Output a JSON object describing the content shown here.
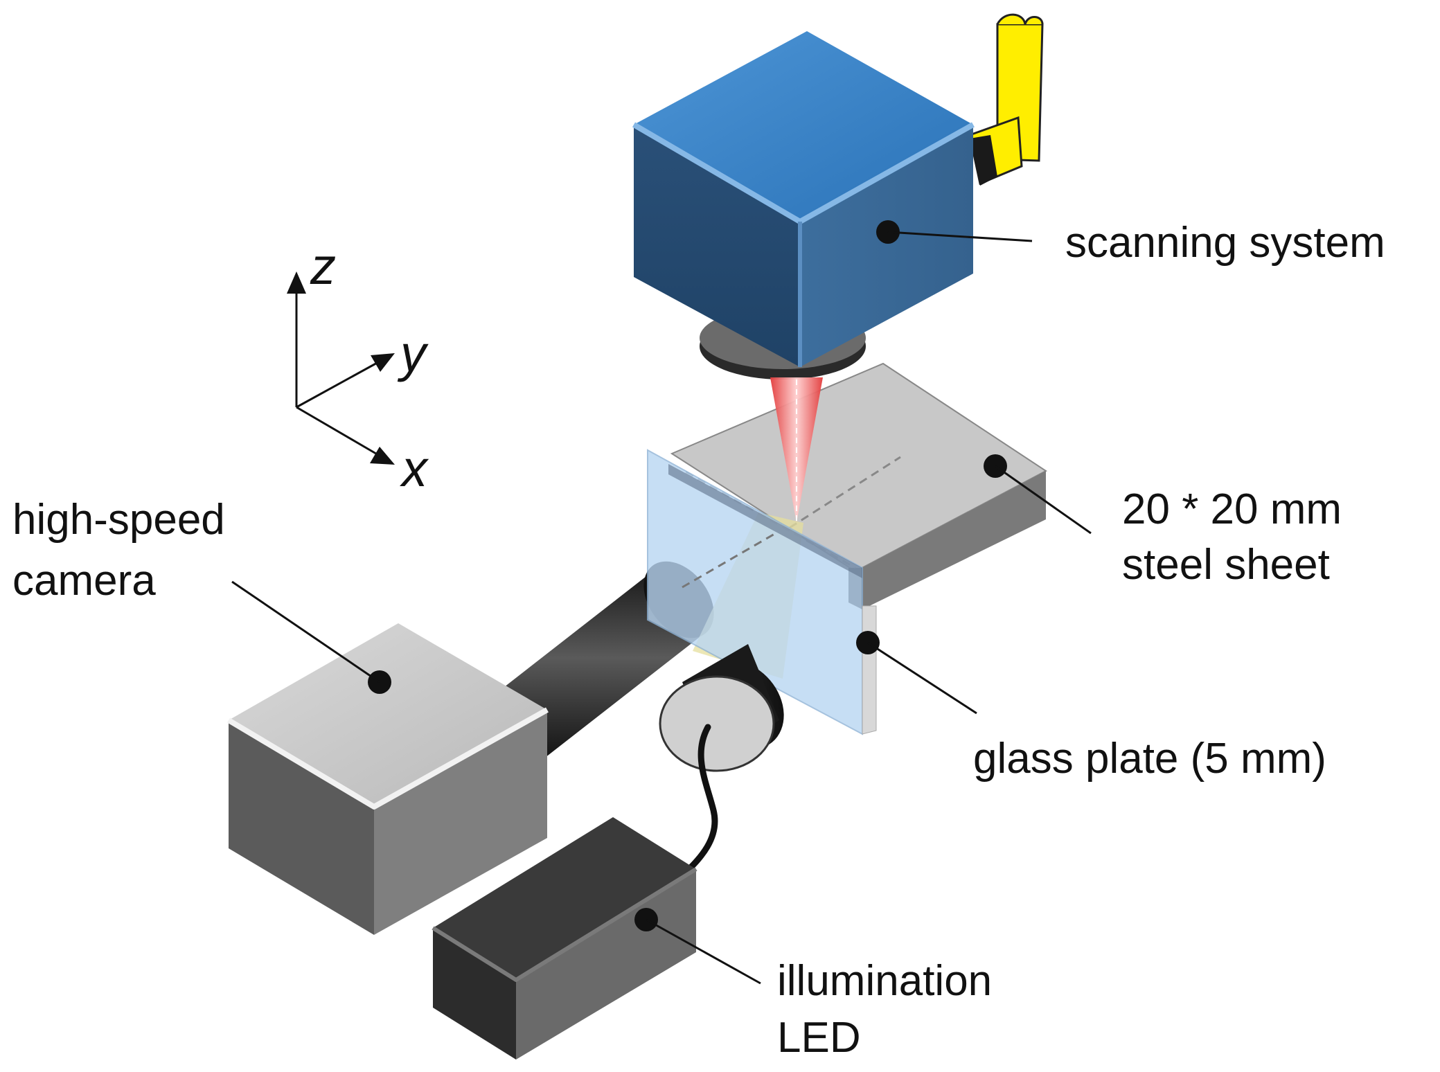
{
  "axes": {
    "z": "z",
    "y": "y",
    "x": "x"
  },
  "labels": {
    "scanning_system": "scanning system",
    "steel_sheet_line1": "20 * 20 mm",
    "steel_sheet_line2": "steel sheet",
    "high_speed_camera_line1": "high-speed",
    "high_speed_camera_line2": "camera",
    "glass_plate": "glass plate (5 mm)",
    "illumination_led_line1": "illumination",
    "illumination_led_line2": "LED"
  },
  "colors": {
    "scanner_blue": "#2f78bd",
    "laser_red": "#e0333a",
    "glass_blue": "#b9d6f2",
    "fiber_yellow": "#ffee00",
    "camera_grey": "#8a8a8a",
    "led_dark": "#5a5a5a",
    "steel_grey": "#c8c8c8"
  }
}
